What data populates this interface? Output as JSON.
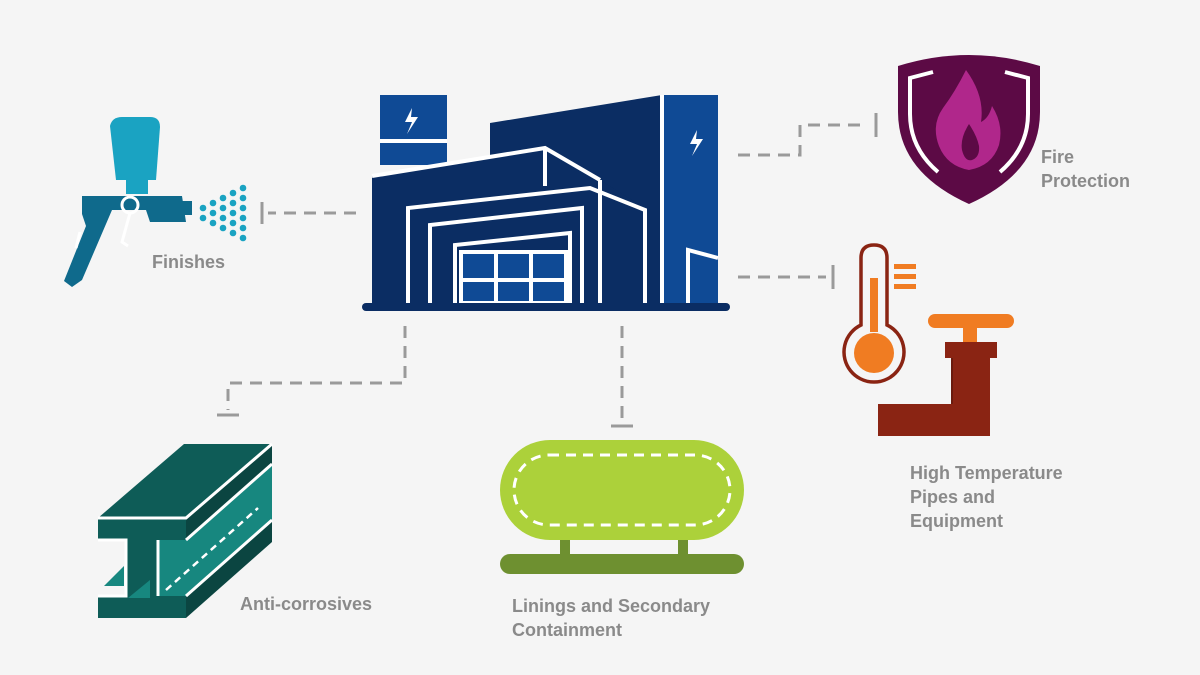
{
  "center": {
    "name": "industrial facility"
  },
  "categories": [
    {
      "id": "finishes",
      "lines": [
        "Finishes"
      ],
      "icon": "spray-gun-icon",
      "color": "#1aa3c2"
    },
    {
      "id": "fire-protection",
      "lines": [
        "Fire",
        "Protection"
      ],
      "icon": "fire-shield-icon",
      "color": "#5c0a45"
    },
    {
      "id": "high-temp",
      "lines": [
        "High Temperature",
        "Pipes and",
        "Equipment"
      ],
      "icon": "thermometer-pipe-icon",
      "color": "#f07c22"
    },
    {
      "id": "linings",
      "lines": [
        "Linings and Secondary",
        "Containment"
      ],
      "icon": "storage-tank-icon",
      "color": "#acd13a"
    },
    {
      "id": "anti-corrosives",
      "lines": [
        "Anti-corrosives"
      ],
      "icon": "steel-beam-icon",
      "color": "#0e5c57"
    }
  ],
  "colors": {
    "background": "#f5f5f5",
    "label": "#8a8a8a",
    "connector": "#9a9a9a",
    "building_dark": "#0b2d63",
    "building_mid": "#0f4a95"
  }
}
